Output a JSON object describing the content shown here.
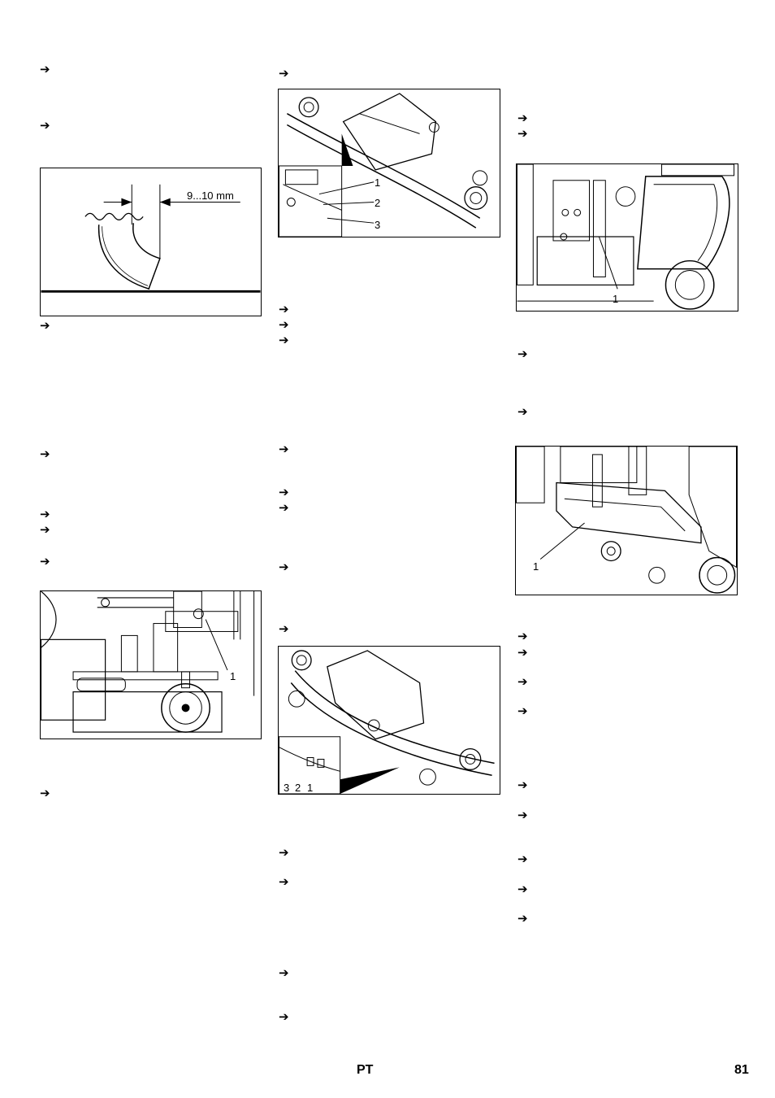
{
  "arrow_glyph": "➔",
  "figures": {
    "seal_diagram": {
      "dimension_label": "9...10 mm"
    },
    "squeegee_top": {
      "callouts": [
        "1",
        "2",
        "3"
      ]
    },
    "wheel_side": {
      "callouts": [
        "1"
      ]
    },
    "squeegee_bottom": {
      "callouts": [
        "3",
        "2",
        "1"
      ]
    },
    "machine_rear": {
      "callouts": [
        "1"
      ]
    },
    "machine_front": {
      "callouts": [
        "1"
      ]
    }
  },
  "footer": {
    "language": "PT",
    "page_number": "81"
  }
}
